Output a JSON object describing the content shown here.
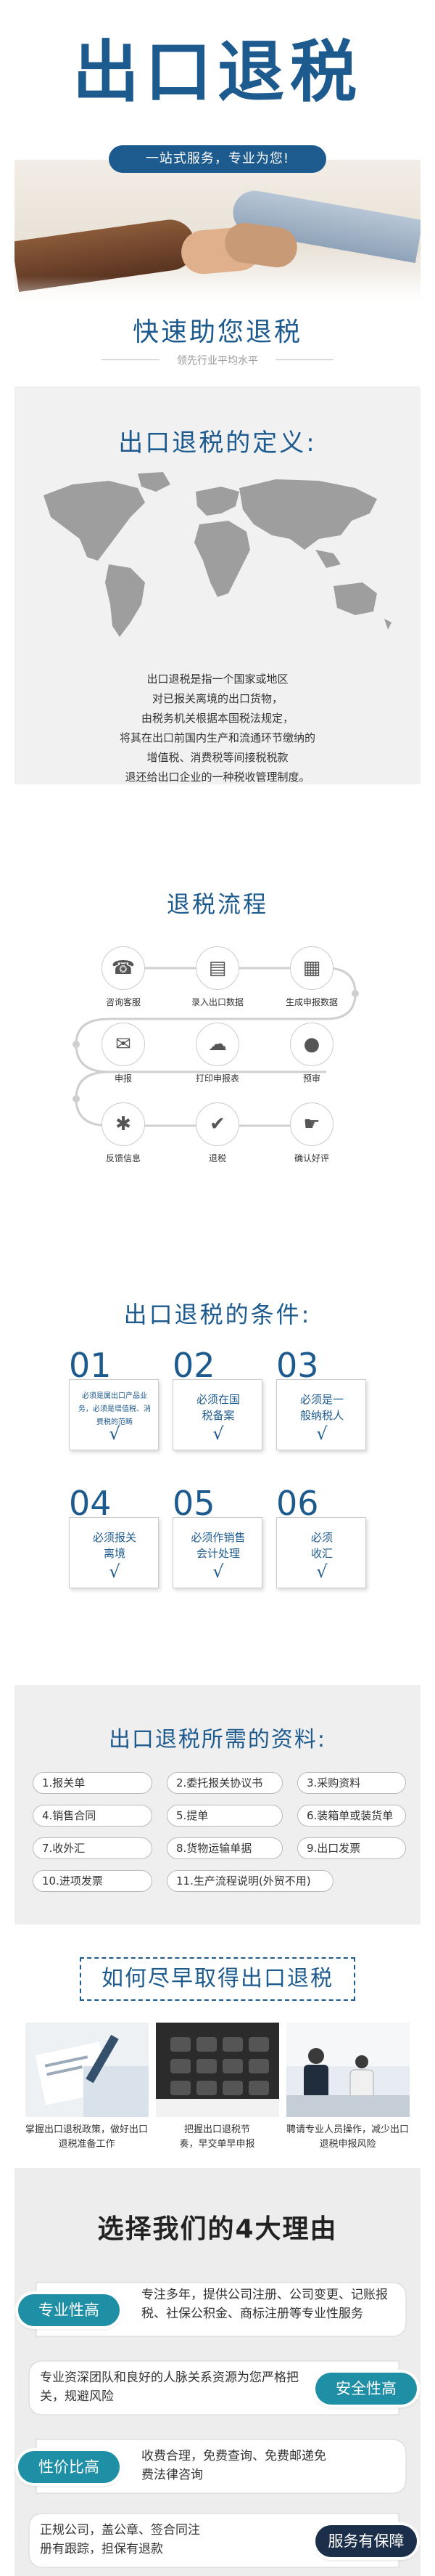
{
  "header": {
    "title": "出口退税",
    "pill": "一站式服务，专业为您!",
    "subtitle": "快速助您退税",
    "tagline": "领先行业平均水平"
  },
  "definition": {
    "title": "出口退税的定义:",
    "lines": [
      "出口退税是指一个国家或地区",
      "对已报关离境的出口货物，",
      "由税务机关根据本国税法规定，",
      "将其在出口前国内生产和流通环节缴纳的",
      "增值税、消费税等间接税税款",
      "退还给出口企业的一种税收管理制度。"
    ]
  },
  "process": {
    "title": "退税流程",
    "steps": [
      {
        "label": "咨询客服",
        "icon": "headset-icon",
        "glyph": "☎"
      },
      {
        "label": "录入出口数据",
        "icon": "document-icon",
        "glyph": "▤"
      },
      {
        "label": "生成申报数据",
        "icon": "data-icon",
        "glyph": "▦"
      },
      {
        "label": "申报",
        "icon": "mail-icon",
        "glyph": "✉"
      },
      {
        "label": "打印申报表",
        "icon": "cloud-icon",
        "glyph": "☁"
      },
      {
        "label": "预审",
        "icon": "user-icon",
        "glyph": "●"
      },
      {
        "label": "反馈信息",
        "icon": "asterisk-icon",
        "glyph": "✱"
      },
      {
        "label": "退税",
        "icon": "check-icon",
        "glyph": "✔"
      },
      {
        "label": "确认好评",
        "icon": "handshake-icon",
        "glyph": "☛"
      }
    ]
  },
  "conditions": {
    "title": "出口退税的条件:",
    "cards": [
      {
        "num": "01",
        "text": "必须是属出口产品业务，必须是增值税、消费税的范畴",
        "check": "√"
      },
      {
        "num": "02",
        "text": "必须在国税备案",
        "check": "√"
      },
      {
        "num": "03",
        "text": "必须是一般纳税人",
        "check": "√"
      },
      {
        "num": "04",
        "text": "必须报关离境",
        "check": "√"
      },
      {
        "num": "05",
        "text": "必须作销售会计处理",
        "check": "√"
      },
      {
        "num": "06",
        "text": "必须收汇",
        "check": "√"
      }
    ]
  },
  "materials": {
    "title": "出口退税所需的资料:",
    "items": [
      "1.报关单",
      "2.委托报关协议书",
      "3.采购资料",
      "4.销售合同",
      "5.提单",
      "6.装箱单或装货单",
      "7.收外汇",
      "8.货物运输单据",
      "9.出口发票",
      "10.进项发票",
      "11.生产流程说明(外贸不用)"
    ]
  },
  "how": {
    "title": "如何尽早取得出口退税",
    "captions": [
      "掌握出口退税政策，做好出口退税准备工作",
      "把握出口退税节奏，早交单早申报",
      "聘请专业人员操作，减少出口退税申报风险"
    ]
  },
  "reasons": {
    "title": "选择我们的4大理由",
    "items": [
      {
        "badge": "专业性高",
        "text": "专注多年，提供公司注册、公司变更、记账报税、社保公积金、商标注册等专业性服务"
      },
      {
        "badge": "安全性高",
        "text": "专业资深团队和良好的人脉关系资源为您严格把关，规避风险"
      },
      {
        "badge": "性价比高",
        "text": "收费合理，免费查询、免费邮递免费法律咨询"
      },
      {
        "badge": "服务有保障",
        "text": "正规公司，盖公章、签合同注册有跟踪，担保有退款"
      }
    ]
  },
  "colors": {
    "primary": "#1d5a8e",
    "teal": "#1f8fa5",
    "navy": "#1b2f4a",
    "panel": "#f1f1f1"
  }
}
